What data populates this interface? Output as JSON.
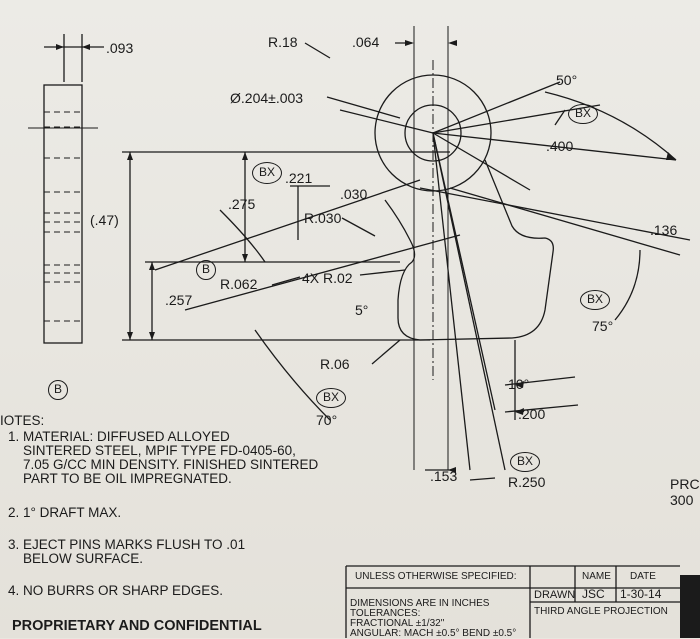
{
  "dims": {
    "d093": ".093",
    "r18": "R.18",
    "d064": ".064",
    "dia204": "Ø.204±.003",
    "ang50": "50°",
    "d400": ".400",
    "d221": ".221",
    "d275": ".275",
    "d030": ".030",
    "r030": "R.030",
    "d47": "(.47)",
    "d136": ".136",
    "r062": "R.062",
    "r02": "4X R.02",
    "d257": ".257",
    "ang5": "5°",
    "ang75": "75°",
    "r06": "R.06",
    "ang10": "10°",
    "d200": ".200",
    "ang70": "70°",
    "d153": ".153",
    "r250": "R.250"
  },
  "callouts": {
    "bx": "BX",
    "b": "B"
  },
  "notes": {
    "header": "IOTES:",
    "n1a": "1. MATERIAL: DIFFUSED ALLOYED",
    "n1b": "    SINTERED STEEL, MPIF TYPE FD-0405-60,",
    "n1c": "    7.05 G/CC MIN DENSITY. FINISHED SINTERED",
    "n1d": "    PART TO BE OIL IMPREGNATED.",
    "n2": "2. 1° DRAFT MAX.",
    "n3a": "3. EJECT PINS MARKS FLUSH TO .01",
    "n3b": "    BELOW SURFACE.",
    "n4": "4. NO BURRS OR SHARP EDGES."
  },
  "footer": "PROPRIETARY AND CONFIDENTIAL",
  "title_block": {
    "unless": "UNLESS OTHERWISE SPECIFIED:",
    "dims_in": "DIMENSIONS ARE IN INCHES",
    "tol": "TOLERANCES:",
    "frac": "FRACTIONAL ±1/32\"",
    "angular": "ANGULAR: MACH ±0.5° BEND ±0.5°",
    "name_h": "NAME",
    "date_h": "DATE",
    "drawn": "DRAWN",
    "drawn_name": "JSC",
    "drawn_date": "1-30-14",
    "projection": "THIRD ANGLE PROJECTION"
  },
  "edge": {
    "pr": "PRC",
    "num": "300"
  }
}
